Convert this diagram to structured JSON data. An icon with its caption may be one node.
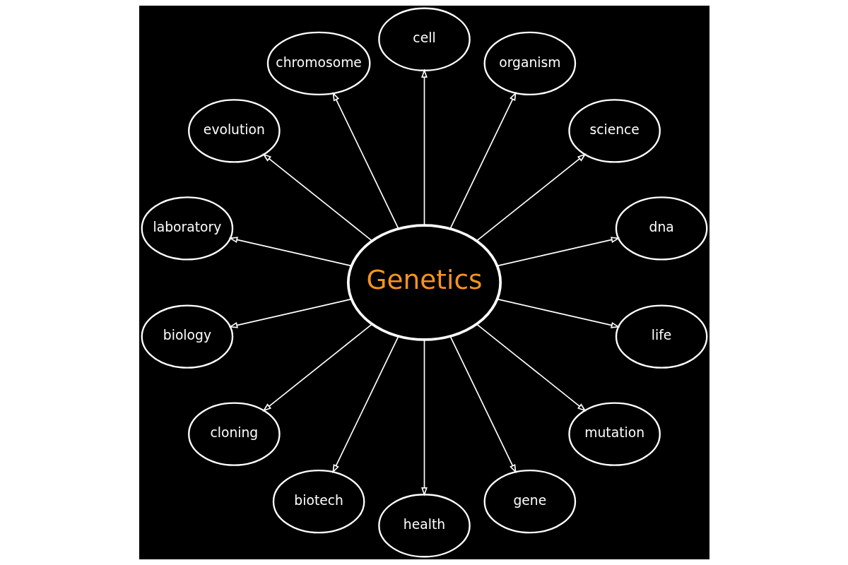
{
  "diagram": {
    "nodes": [
      {
        "text": [
          "Genetics"
        ]
      },
      {
        "text": [
          "dna"
        ]
      },
      {
        "text": [
          "science"
        ]
      },
      {
        "text": [
          "organism"
        ]
      },
      {
        "text": [
          "cell"
        ]
      },
      {
        "text": [
          "chromosome"
        ]
      },
      {
        "text": [
          "evolution"
        ]
      },
      {
        "text": [
          "laboratory"
        ]
      },
      {
        "text": [
          "biology"
        ]
      },
      {
        "text": [
          "cloning"
        ]
      },
      {
        "text": [
          "biotech"
        ]
      },
      {
        "text": [
          "health"
        ]
      },
      {
        "text": [
          "gene"
        ]
      },
      {
        "text": [
          "mutation"
        ]
      },
      {
        "text": [
          "life"
        ]
      }
    ],
    "edges": [
      {
        "from": 0,
        "to": 1,
        "arrow": "to"
      },
      {
        "from": 0,
        "to": 2,
        "arrow": "to"
      },
      {
        "from": 0,
        "to": 3,
        "arrow": "to"
      },
      {
        "from": 0,
        "to": 4,
        "arrow": "to"
      },
      {
        "from": 0,
        "to": 5,
        "arrow": "to"
      },
      {
        "from": 0,
        "to": 6,
        "arrow": "to"
      },
      {
        "from": 0,
        "to": 7,
        "arrow": "to"
      },
      {
        "from": 0,
        "to": 8,
        "arrow": "to"
      },
      {
        "from": 0,
        "to": 9,
        "arrow": "to"
      },
      {
        "from": 0,
        "to": 10,
        "arrow": "to"
      },
      {
        "from": 0,
        "to": 11,
        "arrow": "to"
      },
      {
        "from": 0,
        "to": 12,
        "arrow": "to"
      },
      {
        "from": 0,
        "to": 13,
        "arrow": "to"
      },
      {
        "from": 0,
        "to": 14,
        "arrow": "to"
      }
    ]
  }
}
